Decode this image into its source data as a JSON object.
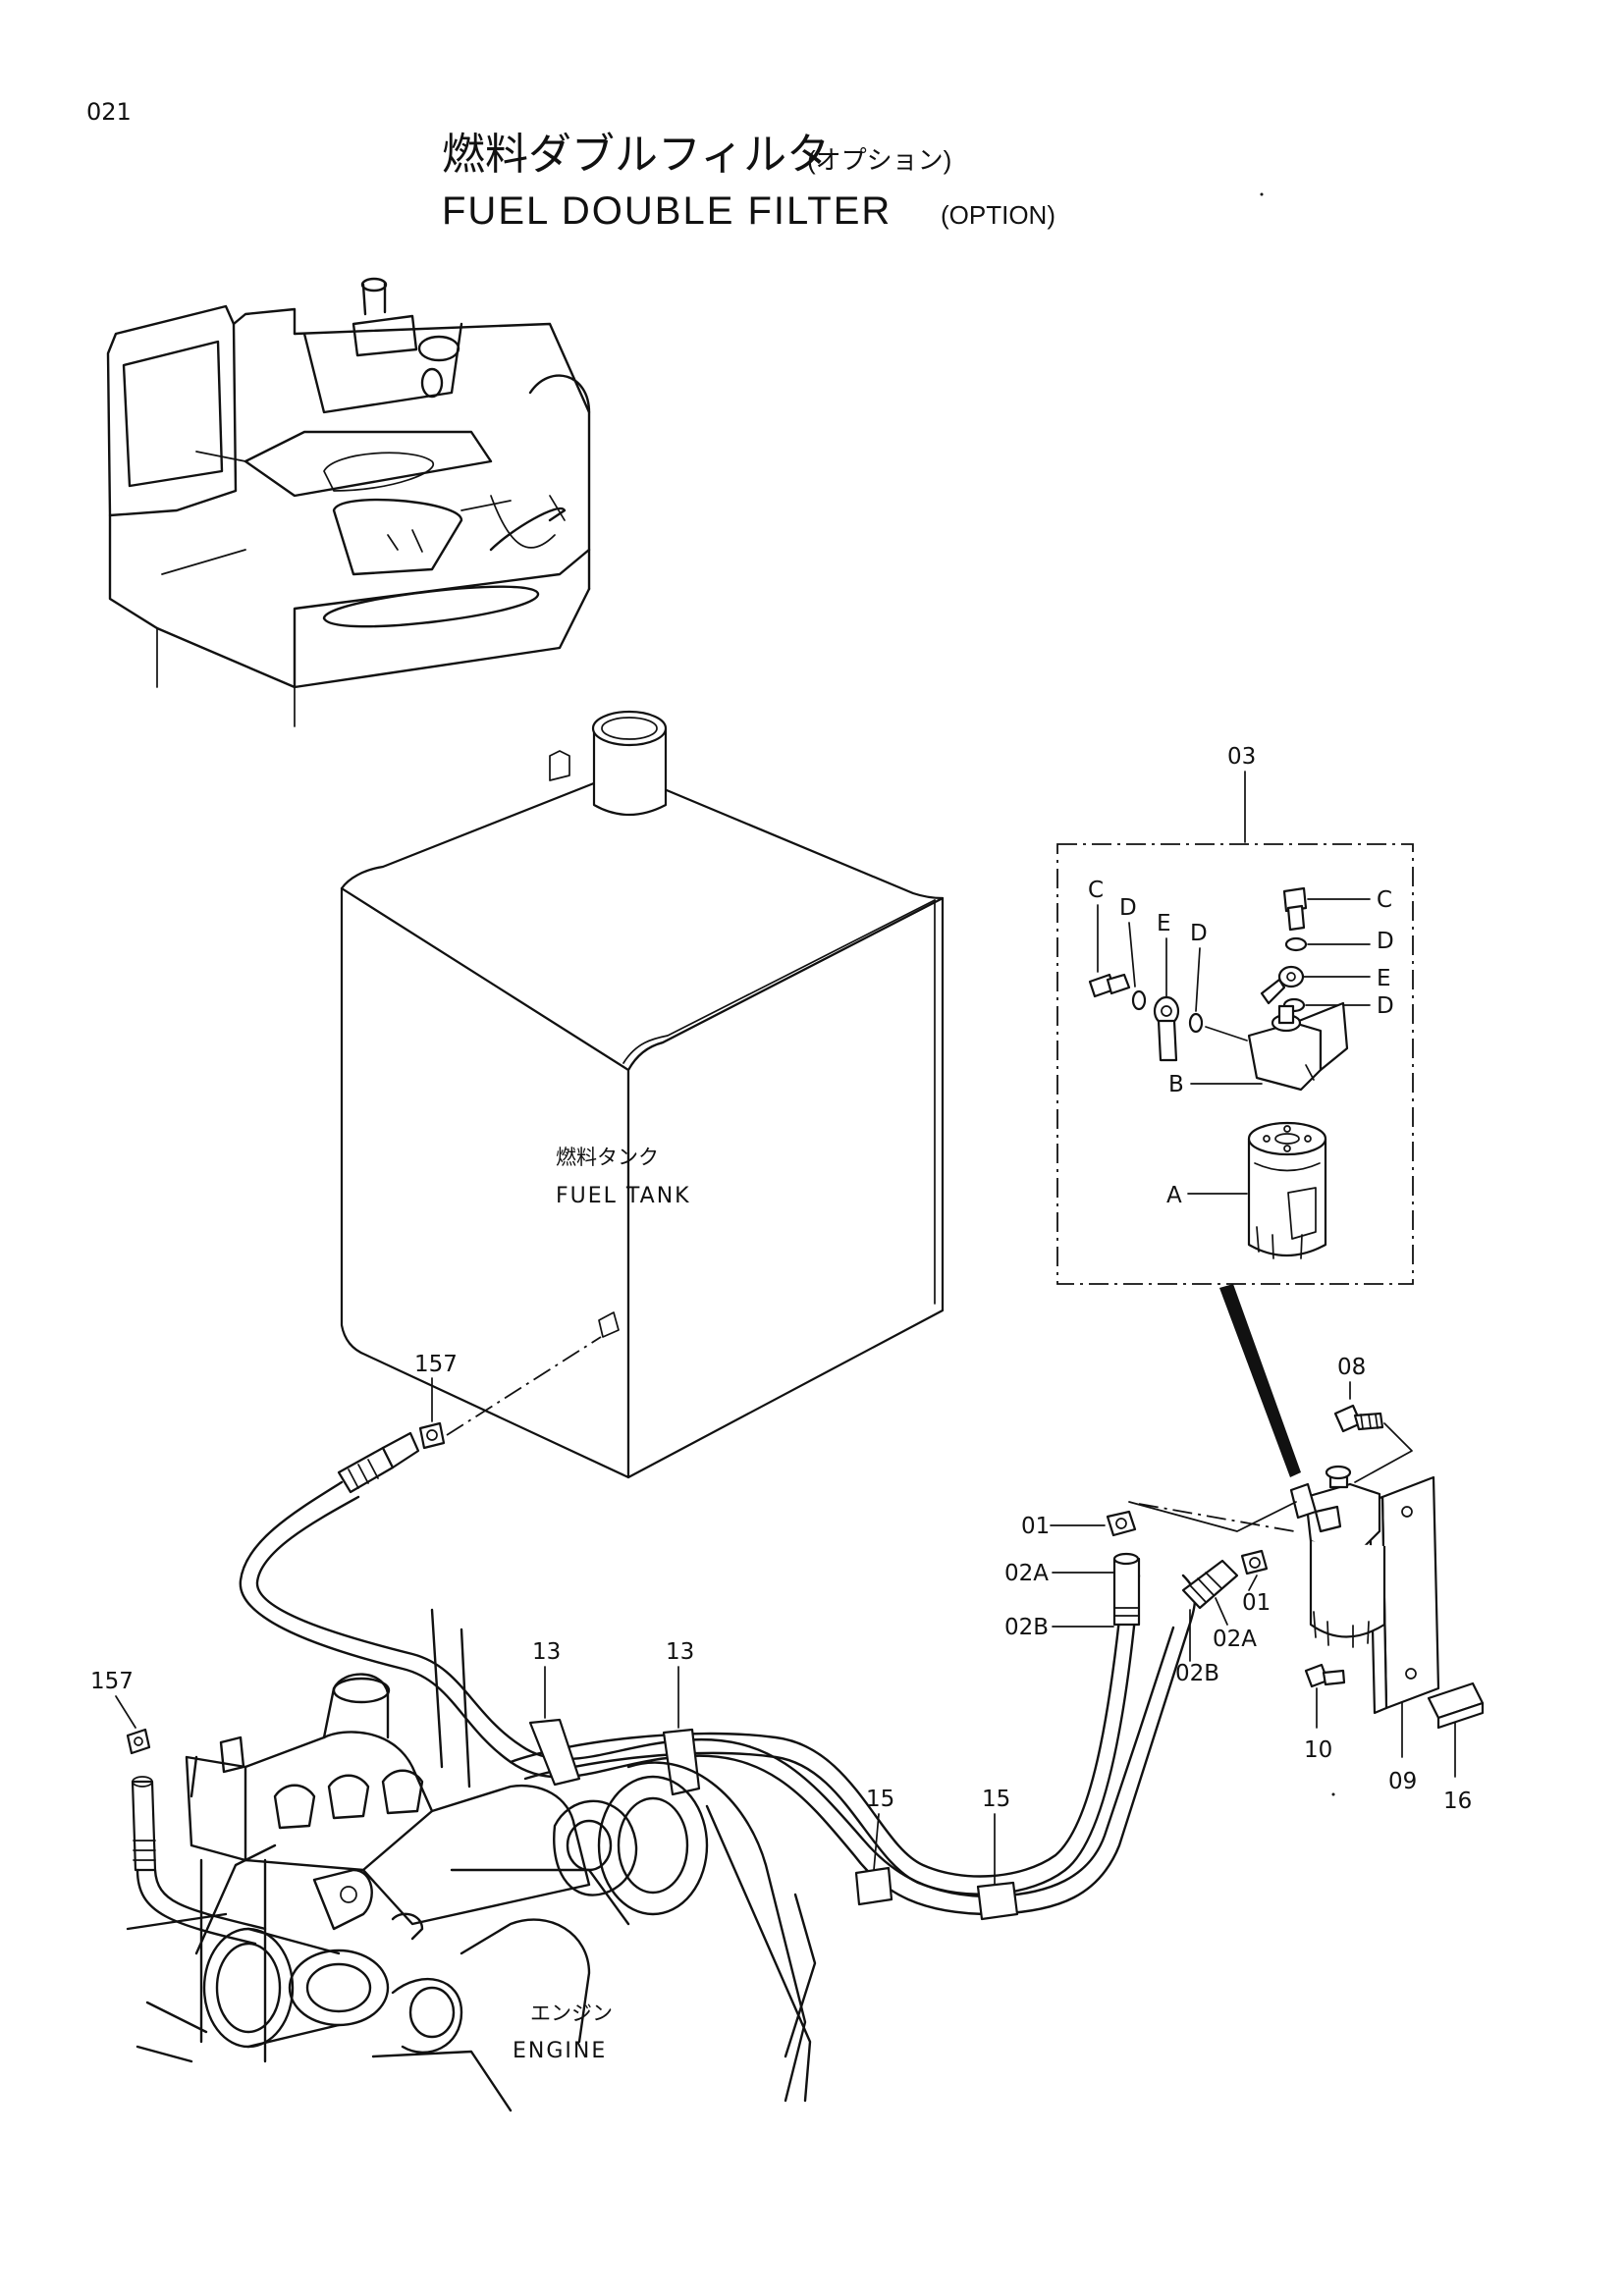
{
  "page": {
    "number": "021"
  },
  "title": {
    "jp_main": "燃料ダブルフィルタ",
    "jp_sub": "(オプション)",
    "en_main": "FUEL DOUBLE FILTER",
    "en_sub": "(OPTION)"
  },
  "components": {
    "fuel_tank": {
      "jp": "燃料タンク",
      "en": "FUEL TANK"
    },
    "engine": {
      "jp": "エンジン",
      "en": "ENGINE"
    }
  },
  "callouts": {
    "c157_top": "157",
    "c157_left": "157",
    "c03": "03",
    "c08": "08",
    "c01_left": "01",
    "c01_right": "01",
    "c02a_left": "02A",
    "c02a_right": "02A",
    "c02b_left": "02B",
    "c02b_right": "02B",
    "c13_a": "13",
    "c13_b": "13",
    "c15_a": "15",
    "c15_b": "15",
    "c10": "10",
    "c09": "09",
    "c16": "16"
  },
  "kit_letters": {
    "C_left": "C",
    "D_left_1": "D",
    "E_left": "E",
    "D_left_2": "D",
    "C_right": "C",
    "D_right_1": "D",
    "E_right": "E",
    "D_right_2": "D",
    "B": "B",
    "A": "A"
  }
}
